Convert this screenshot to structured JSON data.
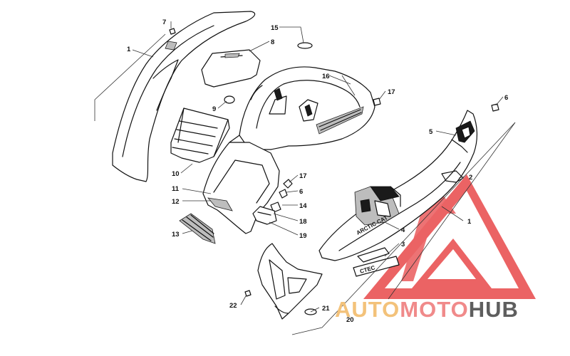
{
  "diagram": {
    "callouts": [
      "1",
      "2",
      "3",
      "4",
      "5",
      "6",
      "7",
      "8",
      "9",
      "10",
      "11",
      "12",
      "13",
      "14",
      "15",
      "16",
      "17",
      "18",
      "19",
      "20",
      "21",
      "22"
    ],
    "decal_text": {
      "brand": "ARCTIC CAT",
      "model": "CTEC"
    }
  },
  "watermark": {
    "word_part1": "AUTO",
    "word_part2": "MOTO",
    "word_part3": "HUB",
    "colors": {
      "auto": "#f3c27a",
      "moto": "#f08a8a",
      "hub": "#5e5e5e",
      "triangle": "#e8484a"
    }
  }
}
